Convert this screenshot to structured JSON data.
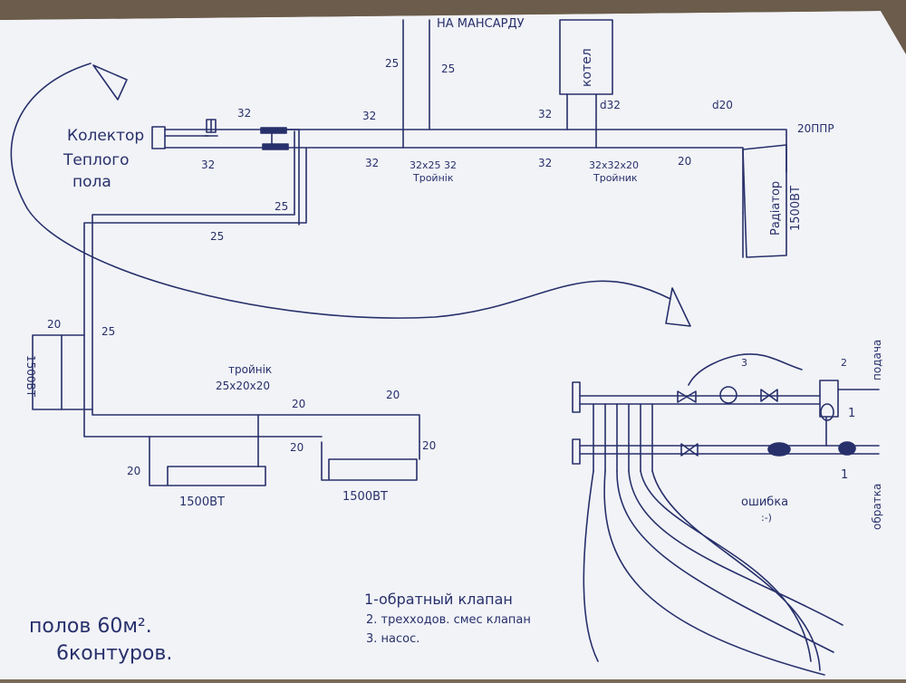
{
  "labels": {
    "to_attic": "НА МАНСАРДУ",
    "boiler": "котел",
    "collector_line1": "Колектор",
    "collector_line2": "Теплого",
    "collector_line3": "пола",
    "radiator": "Радіатор",
    "radiator_power": "1500ВТ",
    "ppr": "20ППР",
    "tee_word_1": "Тройнік",
    "tee_word_2": "Тройник",
    "tee_word_3": "тройнік",
    "tee_32_25_32": "32х25 32",
    "tee_32_32_20": "32х32х20",
    "tee_25_20_20": "25х20х20",
    "rad_left": "1500ВТ",
    "rad_bottom_1": "1500ВТ",
    "rad_bottom_2": "1500ВТ",
    "supply": "подача",
    "return": "обратка",
    "error": "ошибка",
    "smiley": ":-)",
    "pipe_32": "32",
    "pipe_25": "25",
    "pipe_20": "20",
    "pipe_d32": "d32",
    "pipe_d20": "d20",
    "num_1": "1",
    "num_2": "2",
    "num_3": "3"
  },
  "legend": [
    "1-обратный клапан",
    "2. трехходов. смес клапан",
    "3. насос."
  ],
  "footer": {
    "line1": "полов 60м².",
    "line2": "6контуров."
  },
  "colors": {
    "paper": "#f2f3f7",
    "ink": "#27306b",
    "background": "#7a6a58"
  }
}
